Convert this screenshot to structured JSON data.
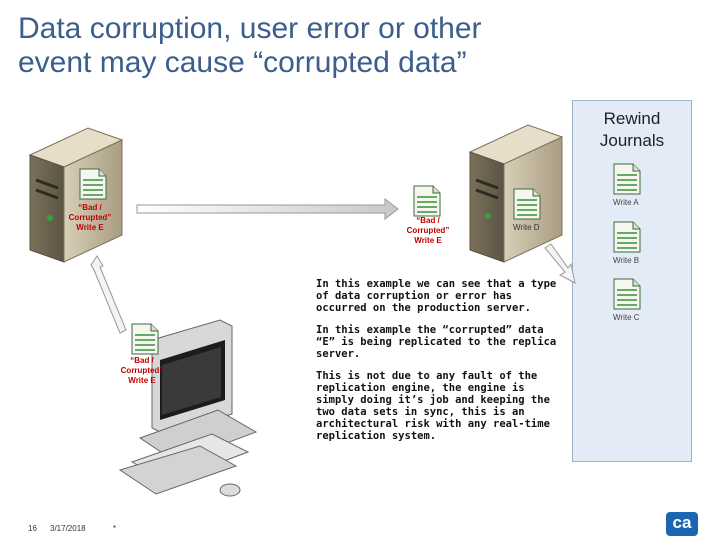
{
  "slide": {
    "title_line1": "Data corruption, user error or other",
    "title_line2": "event may cause “corrupted data”"
  },
  "journal": {
    "title_line1": "Rewind",
    "title_line2": "Journals",
    "entries": [
      "Write A",
      "Write B",
      "Write C"
    ]
  },
  "diagram": {
    "production_label": [
      "“Bad /",
      "Corrupted”",
      "Write E"
    ],
    "transit_label": [
      "“Bad /",
      "Corrupted”",
      "Write E"
    ],
    "workstation_label": [
      "“Bad /",
      "Corrupted”",
      "Write E"
    ],
    "replica_write_label": "Write D"
  },
  "description": {
    "paragraphs": [
      "In this example we can see that a type of data corruption or error has occurred on the production server.",
      "In this example the “corrupted” data “E” is being replicated to the replica server.",
      "This is not due to any fault of the replication engine, the engine is simply doing it’s job and keeping the two data sets in sync, this is an architectural risk with any real-time replication system."
    ]
  },
  "footer": {
    "page_number": "16",
    "date": "3/17/2018",
    "marker": "*",
    "logo_text": "ca"
  },
  "colors": {
    "title": "#3b5e8c",
    "accent_red": "#c00000",
    "panel_bg": "#e3ebf6",
    "logo_blue": "#1b66b3"
  }
}
